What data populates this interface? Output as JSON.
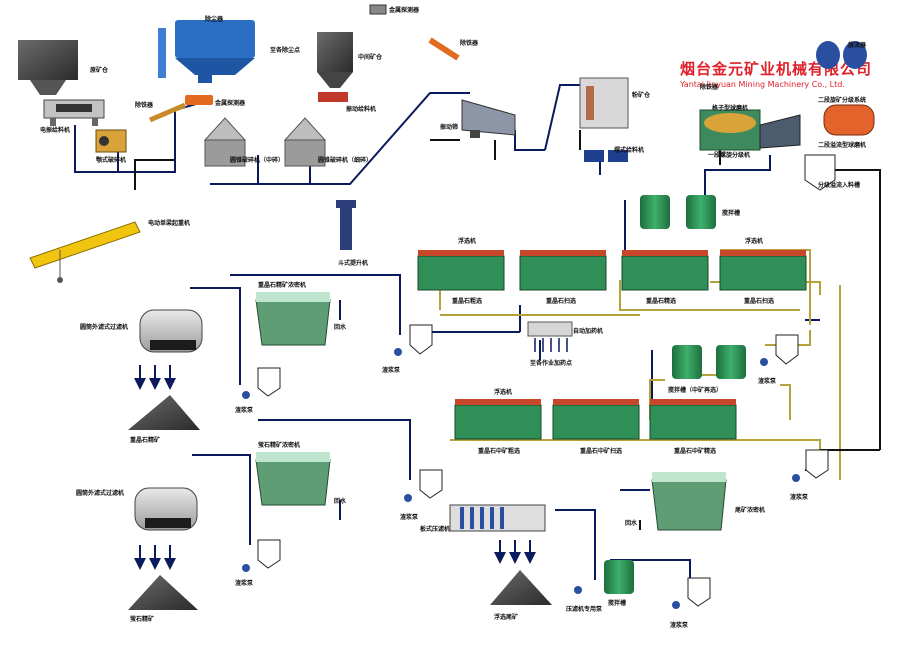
{
  "company": {
    "name_cn": "烟台金元矿业机械有限公司",
    "name_en": "Yantai Jinyuan Mining Machinery Co., Ltd."
  },
  "labels": {
    "raw_ore": "原矿仓",
    "vibrating_feeder": "电振给料机",
    "jaw_crusher": "颚式破碎机",
    "iron_remover_1": "除铁器",
    "metal_detector_1": "金属探测器",
    "dust_collector": "除尘器",
    "to_dust_point": "至各除尘点",
    "cone_crusher_mid": "圆锥破碎机（中碎）",
    "cone_crusher_fine": "圆锥破碎机（细碎）",
    "metal_detector_2": "金属探测器",
    "intermediate_bin": "中间矿仓",
    "disc_feeder": "振动给料机",
    "iron_remover_2": "除铁器",
    "vibrating_screen": "振动筛",
    "powder_bin": "粉矿仓",
    "pendulum_feeder": "摆式给料机",
    "iron_remover_3": "除铁器",
    "grid_ball_mill": "格子型球磨机",
    "spiral_classifier": "一段螺旋分级机",
    "hydrocyclone": "旋流器",
    "two_stage_cyclone": "二段旋矿分级系统",
    "overflow_ball_mill": "二段溢流型球磨机",
    "to_classifier": "分级溢流入料槽",
    "bridge_crane": "电动单梁起重机",
    "bucket_elevator": "斗式提升机",
    "mixing_tank": "搅拌槽",
    "flotation_1": "浮选机",
    "flotation_2": "浮选机",
    "pb_rough": "重晶石粗选",
    "pb_scav": "重晶石扫选",
    "pb_clean": "重晶石精选",
    "pb_extra": "重晶石扫选",
    "reagent_feeder": "自动加药机",
    "reagent_note": "至各作业加药点",
    "mixing_tank_2": "搅拌槽（中矿再选）",
    "flotation_3": "浮选机",
    "concentrate_thickener": "重晶石精矿浓密机",
    "pump_1": "渣浆泵",
    "pump_2": "渣浆泵",
    "pump_3": "渣浆泵",
    "pump_4": "渣浆泵",
    "pump_5": "渣浆泵",
    "pump_6": "渣浆泵",
    "pump_7": "渣浆泵",
    "water_1": "回水",
    "water_2": "回水",
    "water_3": "回水",
    "disc_filter_1": "圆筒外滤式过滤机",
    "disc_filter_2": "圆筒外滤式过滤机",
    "concentrate_1": "重晶石精矿",
    "fluorite_thickener": "萤石精矿浓密机",
    "fluorite_concentrate": "萤石精矿",
    "tailings_thickener": "尾矿浓密机",
    "filter_press": "板式压滤机",
    "tailings": "浮选尾矿",
    "press_pump": "压滤机专用泵",
    "fine_mixing": "搅拌槽",
    "bf1": "重晶石中矿精选",
    "bf2": "重晶石中矿扫选",
    "bf3": "重晶石中矿粗选"
  },
  "colors": {
    "pipe_navy": "#0b1a5c",
    "pipe_olive": "#b5a23a",
    "pipe_black": "#111111",
    "flotation_green": "#2f8f57",
    "brand_red": "#e0202a"
  }
}
